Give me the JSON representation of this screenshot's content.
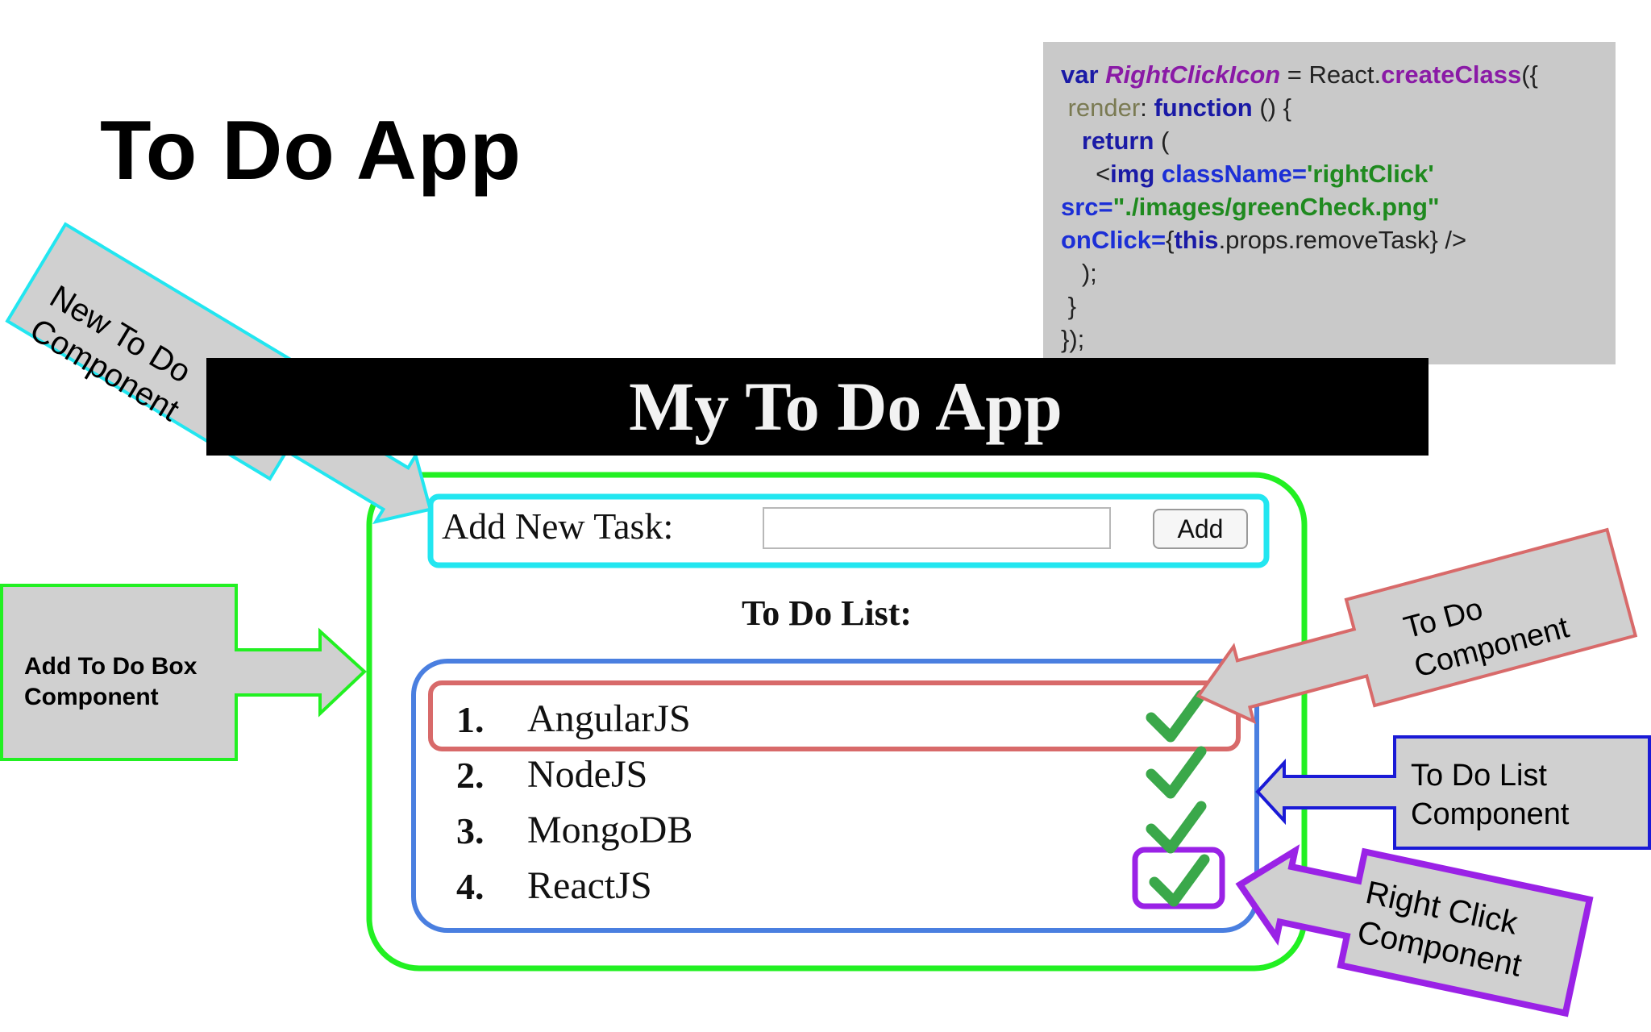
{
  "slide_title": "To Do App",
  "code": {
    "lines": [
      [
        {
          "t": "var ",
          "c": "kw"
        },
        {
          "t": "RightClickIcon",
          "c": "fn"
        },
        {
          "t": " = React.",
          "c": "plain"
        },
        {
          "t": "createClass",
          "c": "mth"
        },
        {
          "t": "({",
          "c": "plain"
        }
      ],
      [
        {
          "t": " render",
          "c": "prop"
        },
        {
          "t": ": ",
          "c": "plain"
        },
        {
          "t": "function",
          "c": "kw"
        },
        {
          "t": " () {",
          "c": "plain"
        }
      ],
      [
        {
          "t": "   return",
          "c": "kw"
        },
        {
          "t": " (",
          "c": "plain"
        }
      ],
      [
        {
          "t": "     <",
          "c": "plain"
        },
        {
          "t": "img ",
          "c": "kw"
        },
        {
          "t": "className=",
          "c": "attr"
        },
        {
          "t": "'rightClick'",
          "c": "str"
        }
      ],
      [
        {
          "t": "src=",
          "c": "attr"
        },
        {
          "t": "\"./images/greenCheck.png\"",
          "c": "str"
        }
      ],
      [
        {
          "t": "onClick=",
          "c": "attr"
        },
        {
          "t": "{",
          "c": "plain"
        },
        {
          "t": "this",
          "c": "kw"
        },
        {
          "t": ".props.removeTask} />",
          "c": "plain"
        }
      ],
      [
        {
          "t": "   );",
          "c": "plain"
        }
      ],
      [
        {
          "t": " }",
          "c": "plain"
        }
      ],
      [
        {
          "t": "});",
          "c": "plain"
        }
      ]
    ]
  },
  "app": {
    "header_title": "My To Do App",
    "new_task_label": "Add New Task:",
    "new_task_value": "",
    "add_button_label": "Add",
    "list_heading": "To Do List:",
    "items": [
      {
        "num": "1.",
        "text": "AngularJS"
      },
      {
        "num": "2.",
        "text": "NodeJS"
      },
      {
        "num": "3.",
        "text": "MongoDB"
      },
      {
        "num": "4.",
        "text": "ReactJS"
      }
    ]
  },
  "callouts": {
    "new_todo": "New To Do\nComponent",
    "add_box": "Add To Do Box\nComponent",
    "todo": "To Do\nComponent",
    "todo_list": "To Do List\nComponent",
    "right_click": "Right Click\nComponent"
  },
  "colors": {
    "add_box_outline": "#22f022",
    "new_todo_outline": "#22e6f0",
    "todo_list_outline": "#4a7fe0",
    "todo_outline": "#d86a6a",
    "right_click_outline": "#9a22e6",
    "callout_fill": "#d0d0d0",
    "check": "#3aa84a"
  }
}
